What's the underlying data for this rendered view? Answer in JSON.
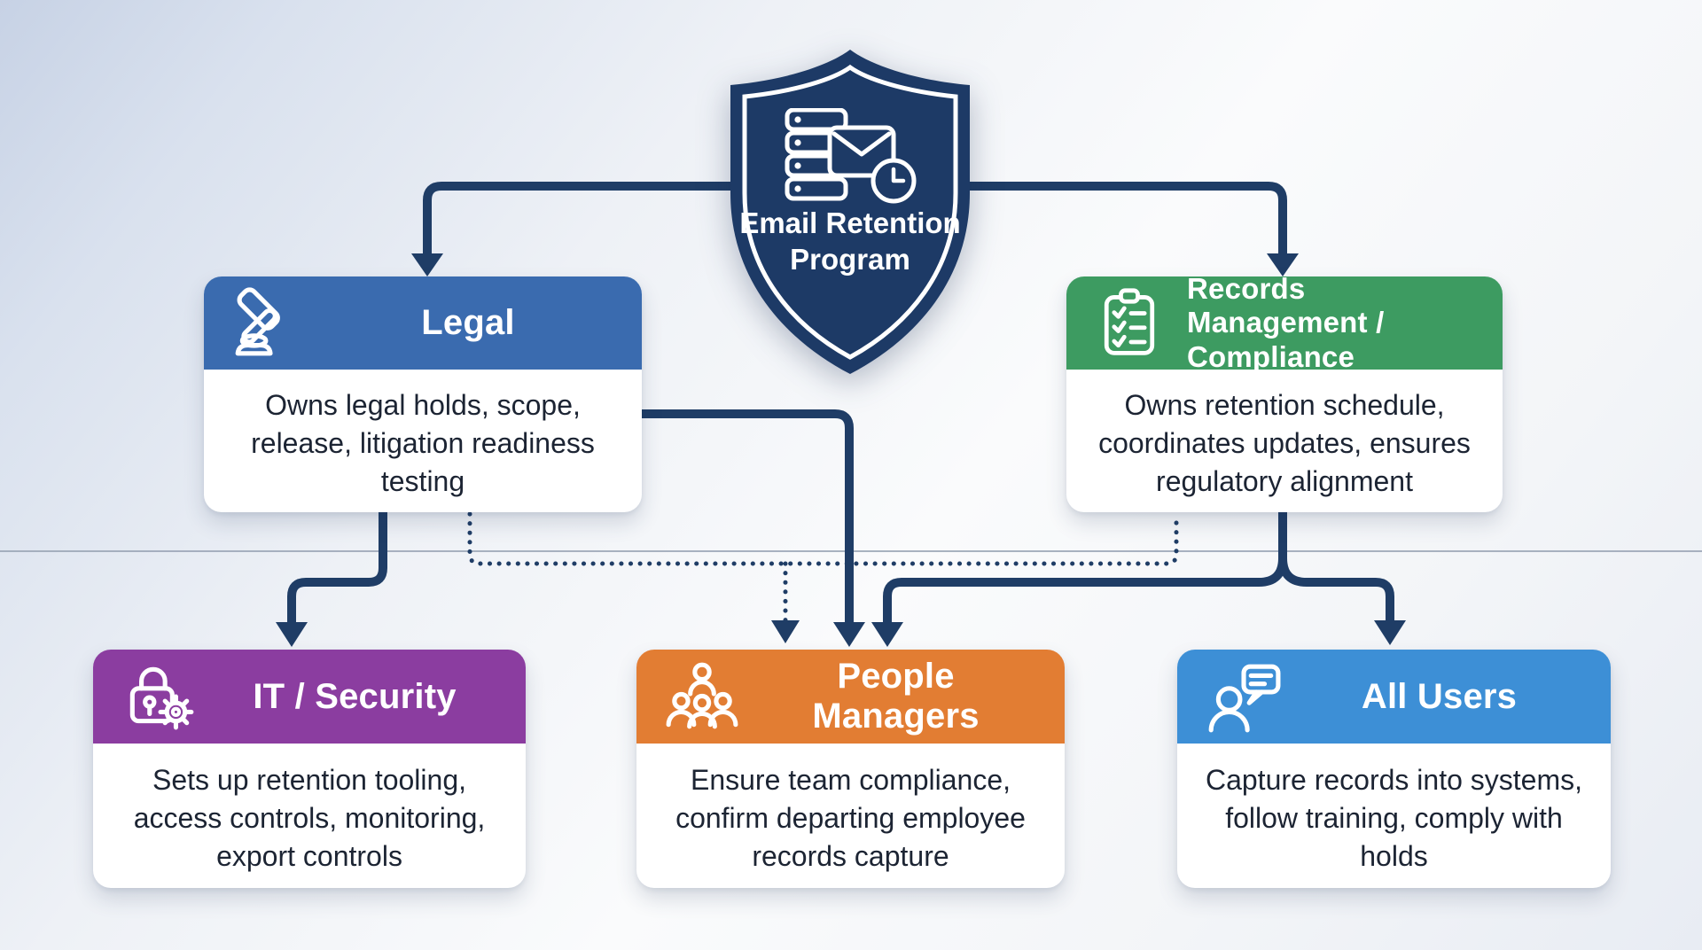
{
  "diagram_title": "Email Retention Program",
  "shield": {
    "label": "Email Retention Program",
    "icon": "server-mail-clock-icon",
    "fill_color": "#1d3a66"
  },
  "nodes": {
    "legal": {
      "title": "Legal",
      "description": "Owns legal holds, scope, release, litigation readiness testing",
      "icon": "gavel-icon",
      "header_color": "#3a6baf"
    },
    "records": {
      "title": "Records Management / Compliance",
      "description": "Owns retention schedule, coordinates updates, ensures regulatory alignment",
      "icon": "clipboard-checklist-icon",
      "header_color": "#3d9b61"
    },
    "it": {
      "title": "IT / Security",
      "description": "Sets up retention tooling, access controls, monitoring, export controls",
      "icon": "lock-gear-icon",
      "header_color": "#8b3da0"
    },
    "managers": {
      "title": "People Managers",
      "description": "Ensure team compliance, confirm departing employee records capture",
      "icon": "people-group-icon",
      "header_color": "#e27d33"
    },
    "users": {
      "title": "All Users",
      "description": "Capture records into systems, follow training, comply with holds",
      "icon": "person-chat-icon",
      "header_color": "#3d8fd6"
    }
  },
  "connectors": {
    "solid_color": "#1f3d66",
    "dotted_color": "#1f3d66",
    "divider_color": "#9aa4b5"
  }
}
